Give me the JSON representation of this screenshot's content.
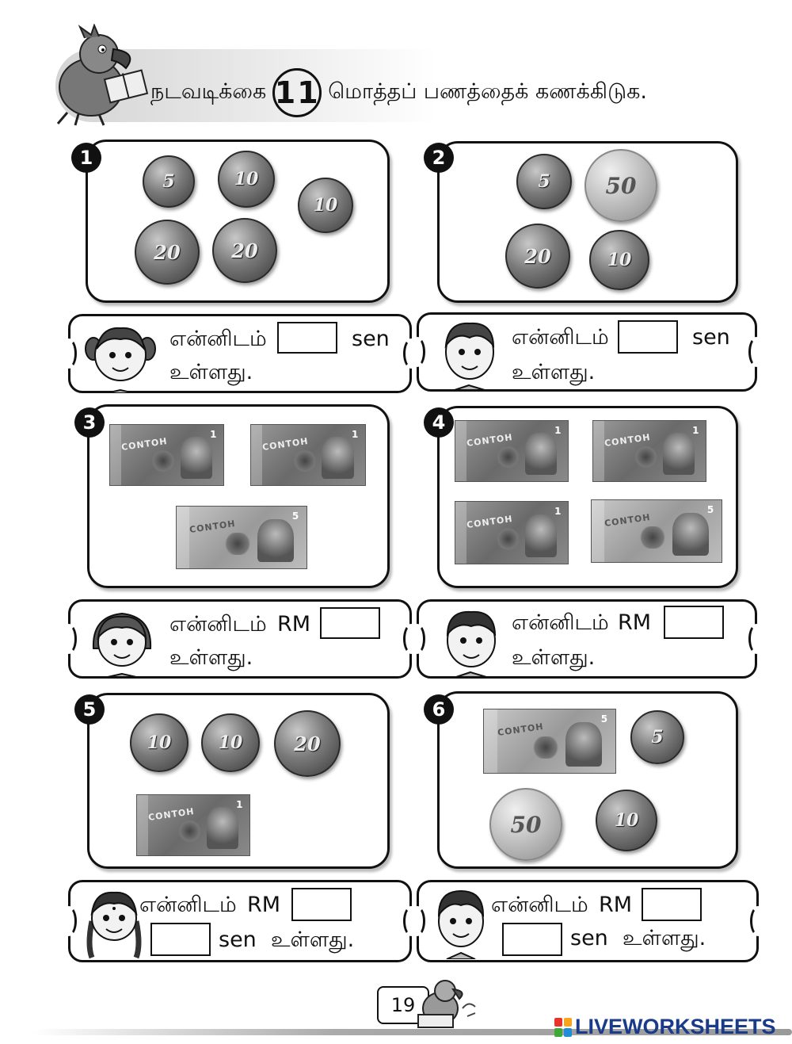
{
  "header": {
    "activity_label": "நடவடிக்கை",
    "activity_number": "11",
    "instruction": "மொத்தப் பணத்தைக் கணக்கிடுக."
  },
  "answer_words": {
    "i_have": "என்னிடம்",
    "have_end": "உள்ளது.",
    "sen": "sen",
    "rm": "RM"
  },
  "exercises": [
    {
      "number": "1",
      "coins": [
        "5",
        "10",
        "10",
        "20",
        "20"
      ],
      "notes": []
    },
    {
      "number": "2",
      "coins": [
        "5",
        "50",
        "20",
        "10"
      ],
      "notes": []
    },
    {
      "number": "3",
      "coins": [],
      "notes": [
        "1",
        "1",
        "5"
      ]
    },
    {
      "number": "4",
      "coins": [],
      "notes": [
        "1",
        "1",
        "1",
        "5"
      ]
    },
    {
      "number": "5",
      "coins": [
        "10",
        "10",
        "20"
      ],
      "notes": [
        "1"
      ]
    },
    {
      "number": "6",
      "coins": [
        "5",
        "50",
        "10"
      ],
      "notes": [
        "5"
      ]
    }
  ],
  "note_overprint": "CONTOH",
  "footer": {
    "page_number": "19",
    "watermark": "LIVEWORKSHEETS"
  },
  "icons": {
    "mascot": "bird-reading-book-icon",
    "footer_mascot": "bird-reading-icon",
    "watermark_logo": "liveworksheets-logo-icon"
  }
}
